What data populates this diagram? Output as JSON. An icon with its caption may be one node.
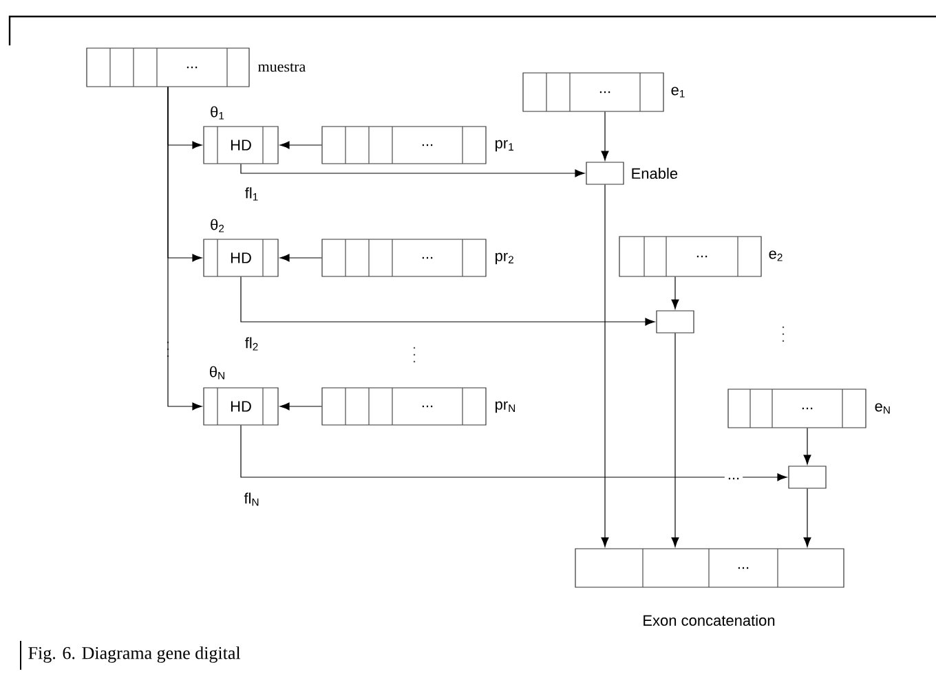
{
  "diagram": {
    "caption": "Fig. 6. Diagrama gene digital",
    "nodes": [
      {
        "text": [
          "..."
        ],
        "beside": [
          "muestra"
        ]
      },
      {
        "text": [
          "HD"
        ],
        "beside": [
          "θ$_{1}$"
        ]
      },
      {
        "text": [
          "..."
        ],
        "beside": [
          "pr$_{1}$"
        ]
      },
      {
        "text": [
          "..."
        ],
        "beside": [
          "e$_{1}$"
        ]
      },
      {
        "text": [],
        "shape": "box",
        "beside": [
          "Enable"
        ]
      },
      {
        "text": [
          "HD"
        ],
        "beside": [
          "θ$_{2}$"
        ]
      },
      {
        "text": [
          "..."
        ],
        "beside": [
          "pr$_{2}$"
        ]
      },
      {
        "text": [
          "..."
        ],
        "beside": [
          "e$_{2}$"
        ]
      },
      {
        "text": [],
        "shape": "box"
      },
      {
        "text": [
          "HD"
        ],
        "beside": [
          "θ$_{N}$"
        ]
      },
      {
        "text": [
          "..."
        ],
        "beside": [
          "pr$_{N}$"
        ]
      },
      {
        "text": [
          "..."
        ],
        "beside": [
          "e$_{N}$"
        ]
      },
      {
        "text": [],
        "shape": "box"
      },
      {
        "text": [
          "..."
        ],
        "beside": [
          "Exon concatenation"
        ]
      }
    ],
    "edges": [
      {
        "from": 0,
        "to": 1,
        "arrow": "to"
      },
      {
        "from": 0,
        "to": 5,
        "arrow": "to"
      },
      {
        "from": 0,
        "to": 9,
        "arrow": "to"
      },
      {
        "from": 2,
        "to": 1,
        "arrow": "to"
      },
      {
        "from": 1,
        "to": 4,
        "arrow": "to",
        "label": "fl$_{1}$"
      },
      {
        "from": 3,
        "to": 4,
        "arrow": "to"
      },
      {
        "from": 4,
        "to": 13,
        "arrow": "to"
      },
      {
        "from": 6,
        "to": 5,
        "arrow": "to"
      },
      {
        "from": 5,
        "to": 8,
        "arrow": "to",
        "label": "fl$_{2}$"
      },
      {
        "from": 7,
        "to": 8,
        "arrow": "to"
      },
      {
        "from": 8,
        "to": 13,
        "arrow": "to"
      },
      {
        "from": 10,
        "to": 9,
        "arrow": "to"
      },
      {
        "from": 9,
        "to": 12,
        "arrow": "to",
        "label": "fl$_{N}$"
      },
      {
        "from": 11,
        "to": 12,
        "arrow": "to"
      },
      {
        "from": 12,
        "to": 13,
        "arrow": "to"
      }
    ],
    "labels": [
      "..."
    ]
  }
}
